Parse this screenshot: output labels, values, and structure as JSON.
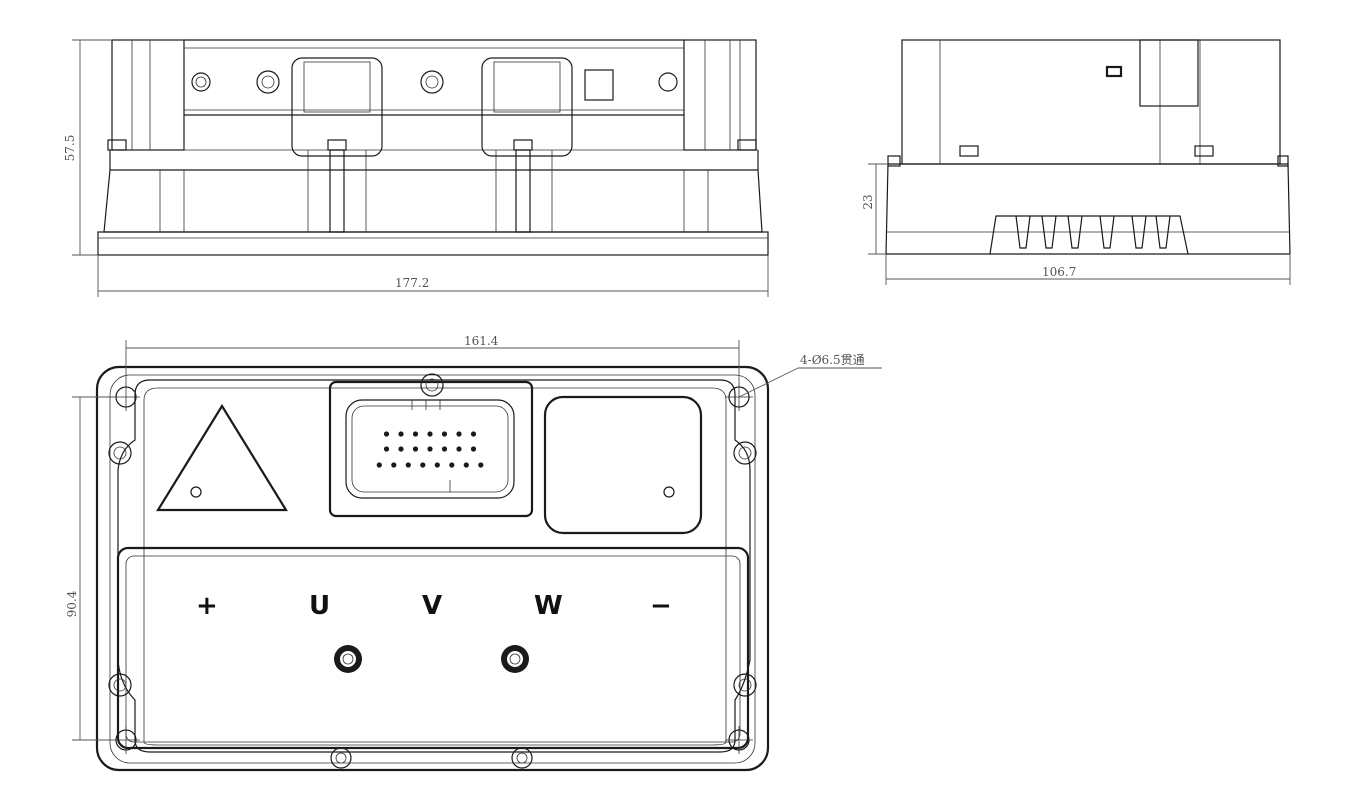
{
  "dimensions": {
    "front_width": "177.2",
    "front_height": "57.5",
    "side_width": "106.7",
    "side_height": "23",
    "hole_spacing_x": "161.4",
    "hole_spacing_y": "90.4",
    "mount_hole_note": "4-Ø6.5贯通"
  },
  "terminals": {
    "plus": "+",
    "u": "U",
    "v": "V",
    "w": "W",
    "minus": "−"
  },
  "connector": {
    "pin_rows": [
      7,
      7,
      8
    ]
  }
}
